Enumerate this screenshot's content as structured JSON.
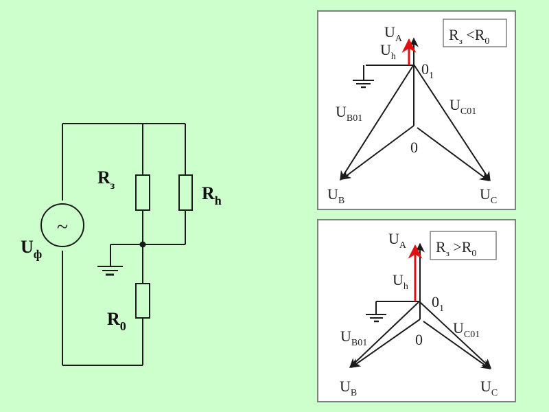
{
  "circuit": {
    "source_symbol": "~",
    "source_label": "U",
    "source_label_sub": "ф",
    "r_ground_label": "R",
    "r_ground_sub": "з",
    "r_h_label": "R",
    "r_h_sub": "h",
    "r0_label": "R",
    "r0_sub": "0"
  },
  "panels": [
    {
      "condition": {
        "left": "R",
        "left_sub": "з",
        "op": " <R",
        "right_sub": "0"
      },
      "labels": {
        "ua": "U",
        "ua_sub": "A",
        "uh": "U",
        "uh_sub": "h",
        "o1": "0",
        "o1_sub": "1",
        "ub01": "U",
        "ub01_sub": "B01",
        "uc01": "U",
        "uc01_sub": "C01",
        "o": "0",
        "ub": "U",
        "ub_sub": "B",
        "uc": "U",
        "uc_sub": "C"
      }
    },
    {
      "condition": {
        "left": "R",
        "left_sub": "з",
        "op": " >R",
        "right_sub": "0"
      },
      "labels": {
        "ua": "U",
        "ua_sub": "A",
        "uh": "U",
        "uh_sub": "h",
        "o1": "0",
        "o1_sub": "1",
        "ub01": "U",
        "ub01_sub": "B01",
        "uc01": "U",
        "uc01_sub": "C01",
        "o": "0",
        "ub": "U",
        "ub_sub": "B",
        "uc": "U",
        "uc_sub": "C"
      }
    }
  ],
  "colors": {
    "background": "#ccffcc",
    "wire": "#1a1a1a",
    "uh_vector": "#e01010",
    "panel_bg": "#ffffff",
    "panel_border": "#808080"
  }
}
